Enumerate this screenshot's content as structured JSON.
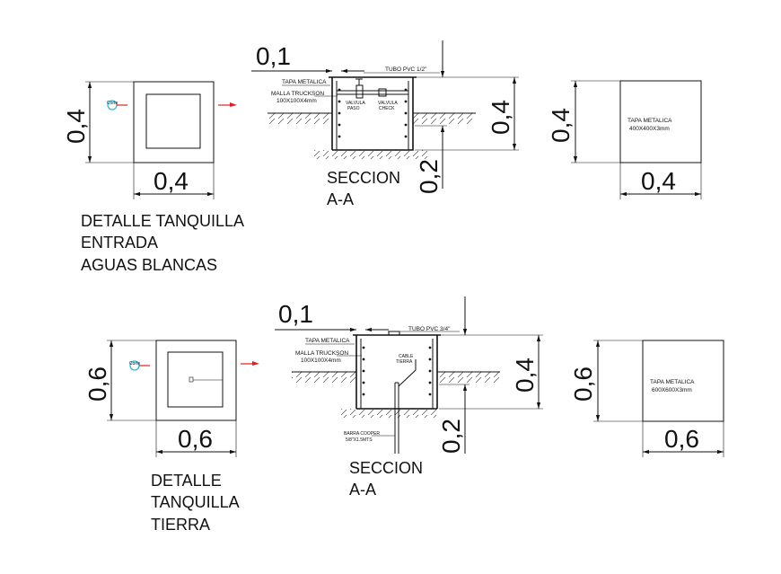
{
  "top": {
    "plan": {
      "width_label": "0,4",
      "height_label": "0,4",
      "marker": "Corte"
    },
    "section": {
      "dim_top": "0,1",
      "dim_right": "0,4",
      "dim_bottom": "0,2",
      "pipe_label": "TUBO PVC 1/2\"",
      "cover_label": "TAPA METALICA",
      "mesh_label_1": "MALLA TRUCKSON",
      "mesh_label_2": "100X100X4mm",
      "valve_1_a": "VALVULA",
      "valve_1_b": "PASO",
      "valve_2_a": "VALVULA",
      "valve_2_b": "CHECK",
      "title_1": "SECCION",
      "title_2": "A-A"
    },
    "cover": {
      "width_label": "0,4",
      "height_label": "0,4",
      "text_1": "TAPA METALICA",
      "text_2": "400X400X3mm"
    },
    "caption": [
      "DETALLE TANQUILLA",
      "ENTRADA",
      "AGUAS BLANCAS"
    ]
  },
  "bottom": {
    "plan": {
      "width_label": "0,6",
      "height_label": "0,6",
      "marker": "Corte"
    },
    "section": {
      "dim_top": "0,1",
      "dim_right": "0,4",
      "dim_bottom": "0,2",
      "pipe_label": "TUBO PVC 3/4\"",
      "cover_label": "TAPA METALICA",
      "mesh_label_1": "MALLA TRUCKSON",
      "mesh_label_2": "100X100X4mm",
      "cable_label_1": "CABLE",
      "cable_label_2": "TIERRA",
      "bar_label_1": "BARRA COOPER",
      "bar_label_2": "5/8\"X1.5MTS",
      "title_1": "SECCION",
      "title_2": "A-A"
    },
    "cover": {
      "width_label": "0,6",
      "height_label": "0,6",
      "text_1": "TAPA METALICA",
      "text_2": "600X600X3mm"
    },
    "caption": [
      "DETALLE",
      "TANQUILLA",
      "TIERRA"
    ]
  }
}
